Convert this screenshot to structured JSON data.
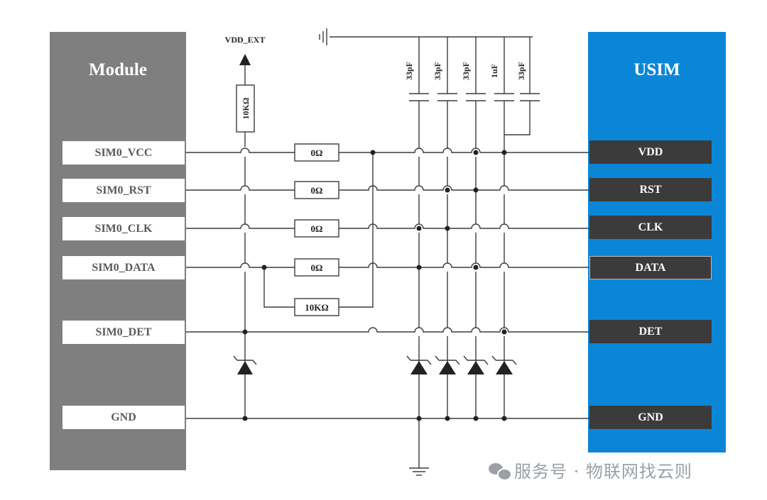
{
  "module": {
    "title": "Module",
    "pins": [
      "SIM0_VCC",
      "SIM0_RST",
      "SIM0_CLK",
      "SIM0_DATA",
      "SIM0_DET",
      "GND"
    ]
  },
  "usim": {
    "title": "USIM",
    "pins": [
      "VDD",
      "RST",
      "CLK",
      "DATA",
      "DET",
      "GND"
    ]
  },
  "supply_label": "VDD_EXT",
  "pullup_resistor": "10KΩ",
  "series_resistors": [
    "0Ω",
    "0Ω",
    "0Ω",
    "0Ω"
  ],
  "data_pullup": "10KΩ",
  "capacitors": [
    "33pF",
    "33pF",
    "33pF",
    "1uF",
    "33pF"
  ],
  "watermark": "服务号 · 物联网找云则",
  "colors": {
    "module": "#7f7f7f",
    "usim": "#0b86d6",
    "usim_pin": "#3b3b3b",
    "wire": "#3c3c3c"
  }
}
